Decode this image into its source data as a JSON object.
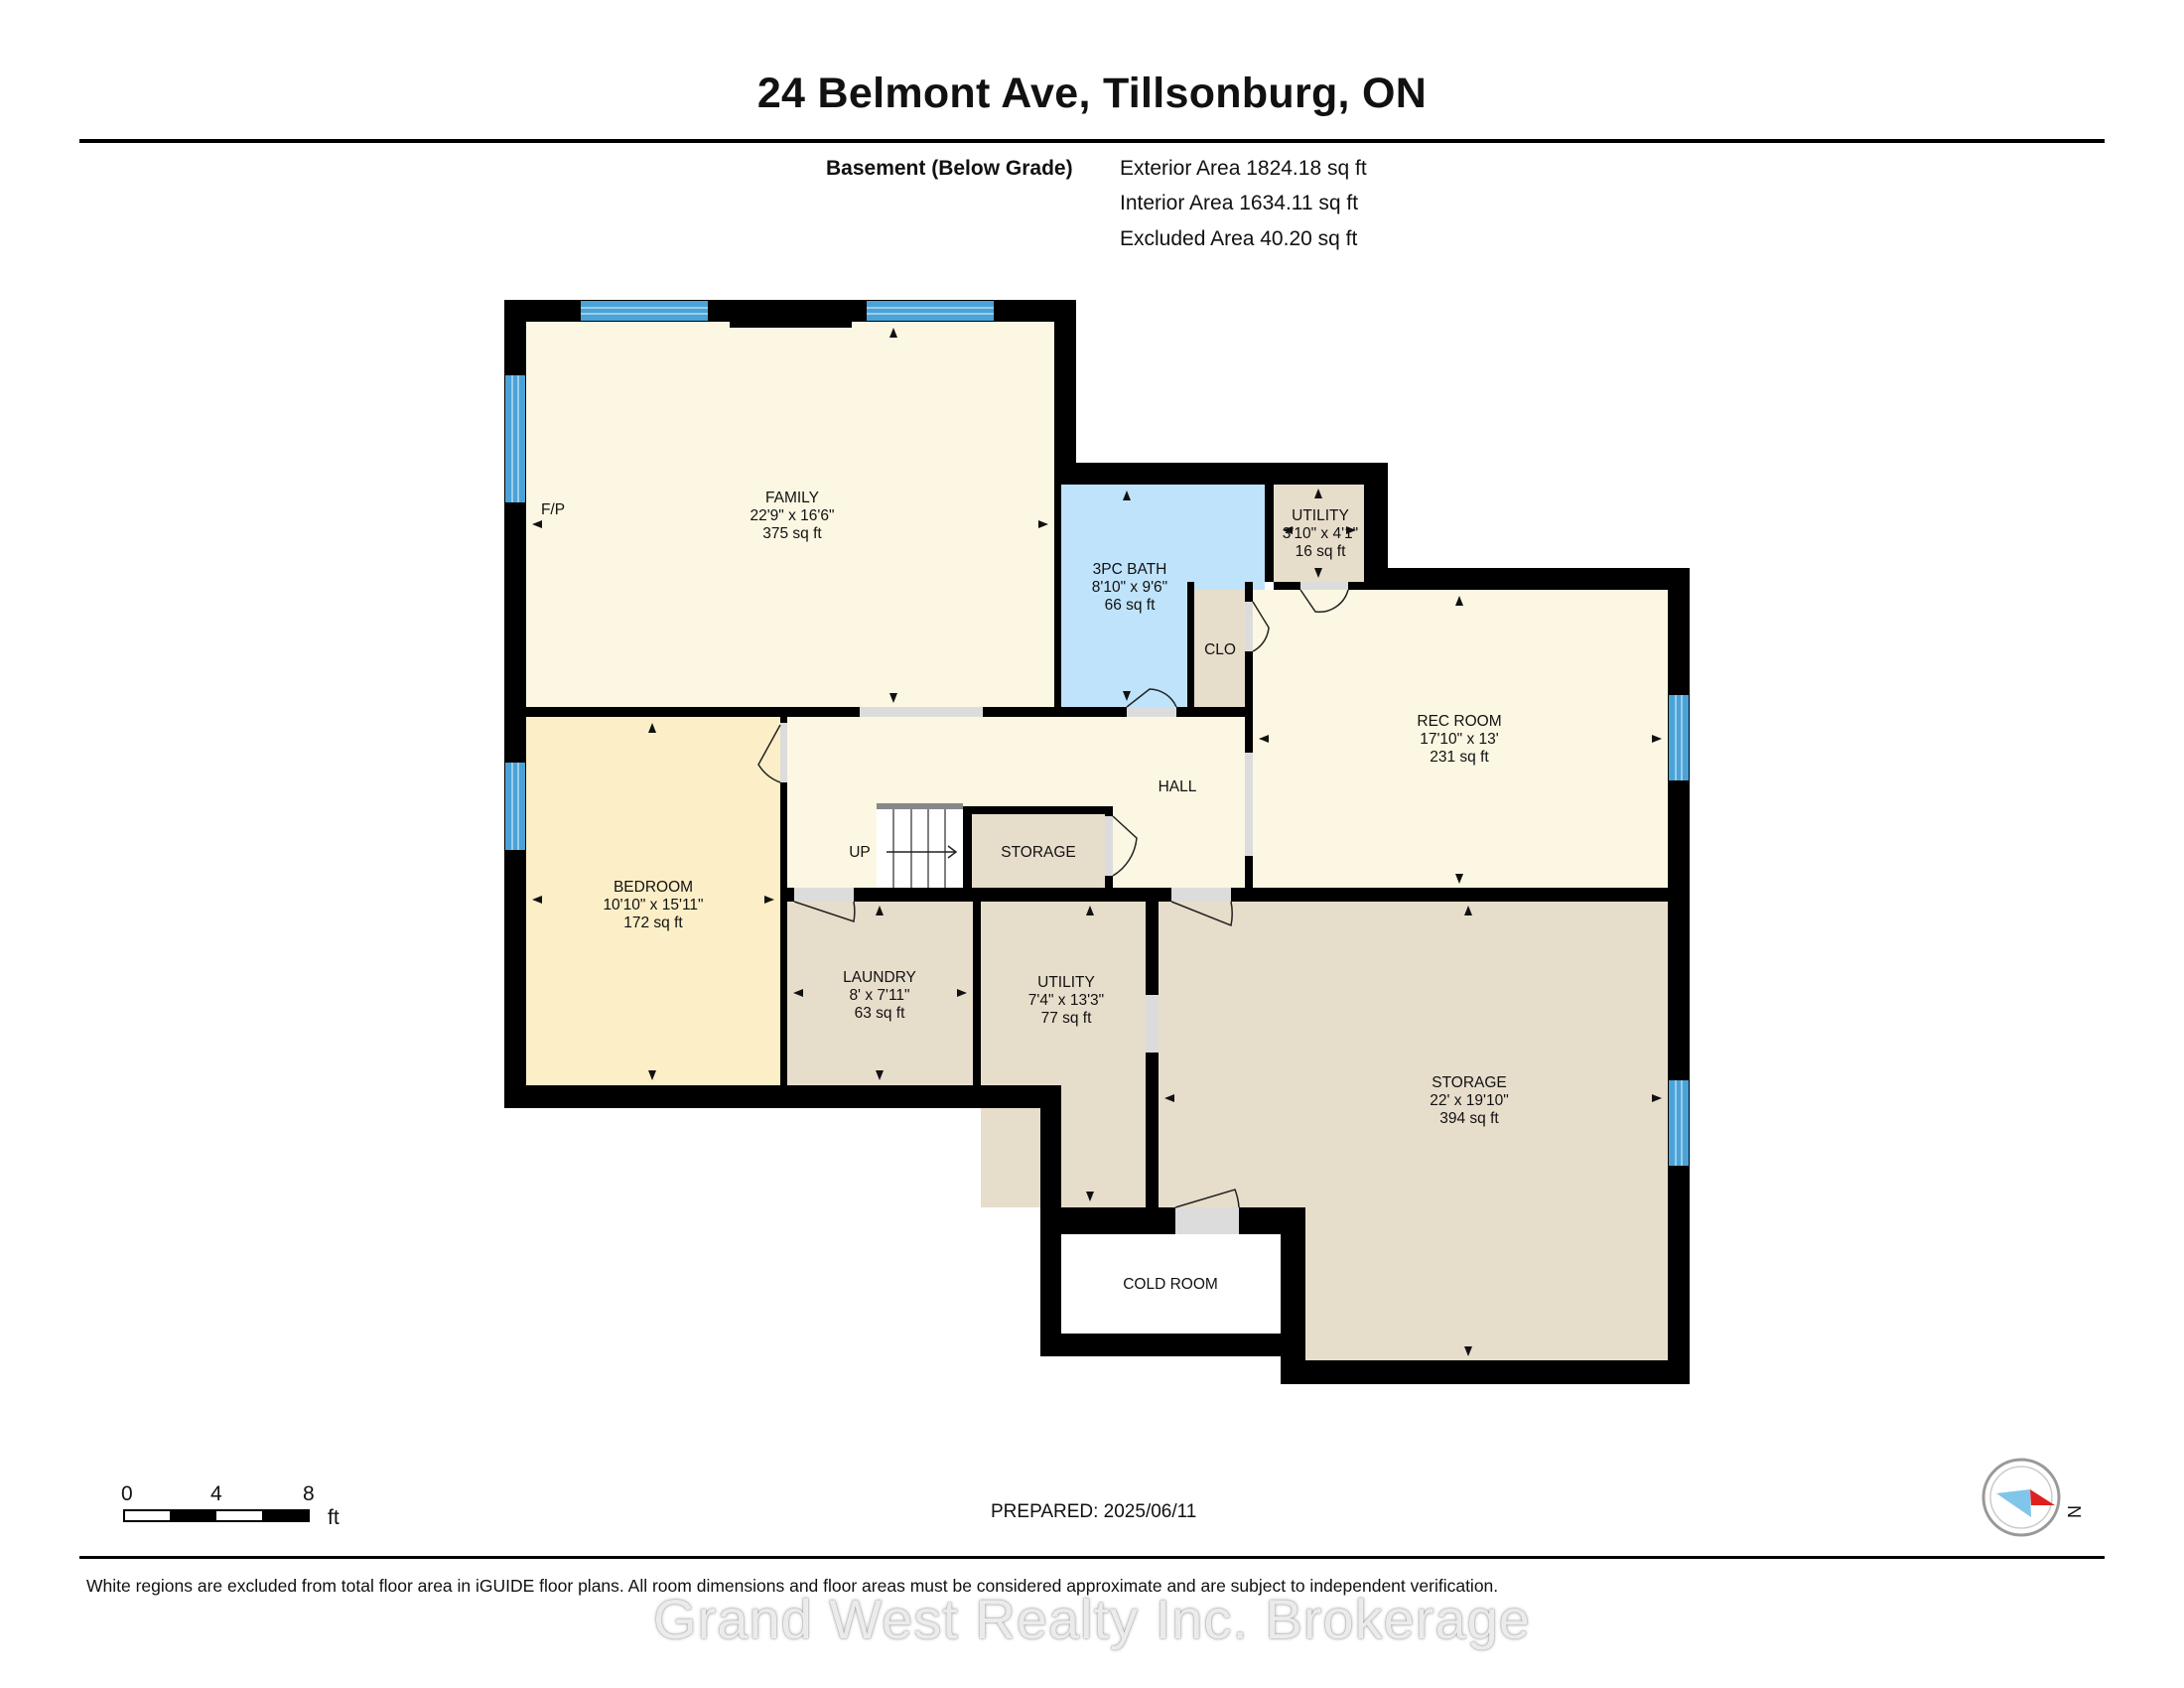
{
  "title": "24 Belmont Ave, Tillsonburg, ON",
  "level": {
    "name": "Basement (Below Grade)",
    "areas": [
      "Exterior Area 1824.18 sq ft",
      "Interior Area 1634.11 sq ft",
      "Excluded Area 40.20 sq ft"
    ]
  },
  "rooms": {
    "family": {
      "name": "FAMILY",
      "dims": "22'9\" x 16'6\"",
      "area": "375 sq ft"
    },
    "fp": "F/P",
    "bath": {
      "name": "3PC BATH",
      "dims": "8'10\" x 9'6\"",
      "area": "66 sq ft"
    },
    "utility_small": {
      "name": "UTILITY",
      "dims": "3'10\" x 4'1\"",
      "area": "16 sq ft"
    },
    "clo": "CLO",
    "rec": {
      "name": "REC ROOM",
      "dims": "17'10\" x 13'",
      "area": "231 sq ft"
    },
    "hall": "HALL",
    "up": "UP",
    "storage_small": "STORAGE",
    "bedroom": {
      "name": "BEDROOM",
      "dims": "10'10\" x 15'11\"",
      "area": "172 sq ft"
    },
    "laundry": {
      "name": "LAUNDRY",
      "dims": "8' x 7'11\"",
      "area": "63 sq ft"
    },
    "utility": {
      "name": "UTILITY",
      "dims": "7'4\" x 13'3\"",
      "area": "77 sq ft"
    },
    "storage": {
      "name": "STORAGE",
      "dims": "22' x 19'10\"",
      "area": "394 sq ft"
    },
    "cold_room": "COLD ROOM"
  },
  "scale": {
    "ticks": [
      "0",
      "4",
      "8"
    ],
    "unit": "ft"
  },
  "prepared": "PREPARED: 2025/06/11",
  "compass_letter": "N",
  "footer": "White regions are excluded from total floor area in iGUIDE floor plans. All room dimensions and floor areas must be considered approximate and are subject to independent verification.",
  "watermark": "Grand West Realty Inc. Brokerage",
  "colors": {
    "family": "#fbf7e2",
    "bath": "#bfe3fa",
    "bedroom": "#fcefc7",
    "storage": "#e7ddcb",
    "window": "#4aa3d8",
    "wall": "#000000"
  }
}
